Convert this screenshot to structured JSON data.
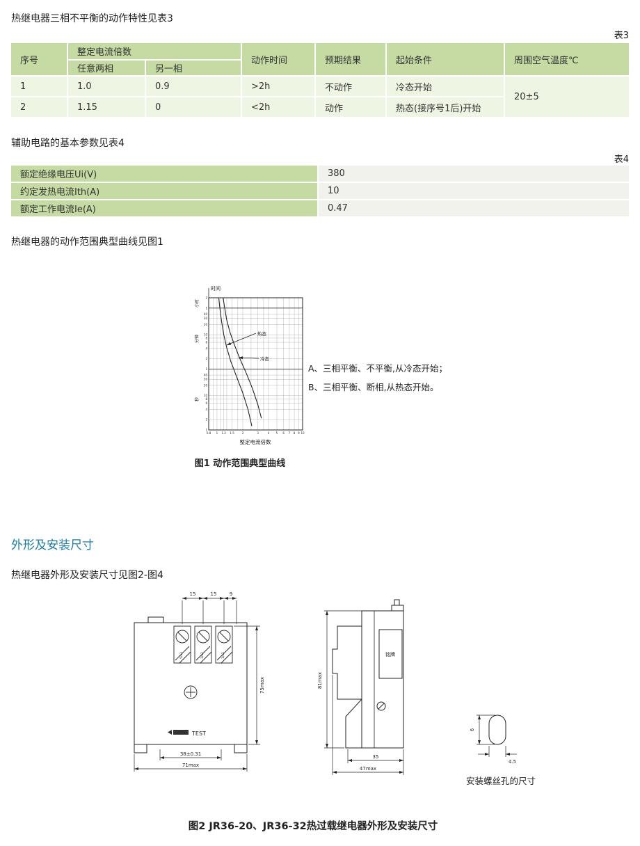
{
  "page": {
    "intro3": "热继电器三相不平衡的动作特性见表3",
    "table3_label": "表3",
    "intro4": "辅助电路的基本参数见表4",
    "table4_label": "表4",
    "intro_fig1": "热继电器的动作范围典型曲线见图1",
    "fig1_caption": "图1 动作范围典型曲线",
    "section_title": "外形及安装尺寸",
    "intro_fig2": "热继电器外形及安装尺寸见图2-图4",
    "fig2_caption": "图2 JR36-20、JR36-32热过载继电器外形及安装尺寸"
  },
  "table3": {
    "headers": {
      "col_no": "序号",
      "col_multiple": "整定电流倍数",
      "col_any_two": "任意两相",
      "col_other": "另一相",
      "col_time": "动作时间",
      "col_expect": "预期结果",
      "col_start": "起始条件",
      "col_temp": "周围空气温度℃"
    },
    "rows": [
      {
        "no": "1",
        "two": "1.0",
        "other": "0.9",
        "time": ">2h",
        "result": "不动作",
        "start": "冷态开始"
      },
      {
        "no": "2",
        "two": "1.15",
        "other": "0",
        "time": "<2h",
        "result": "动作",
        "start": "热态(接序号1后)开始"
      }
    ],
    "temp": "20±5"
  },
  "table4": {
    "rows": [
      {
        "label": "额定绝缘电压Ui(V)",
        "value": "380"
      },
      {
        "label": "约定发热电流Ith(A)",
        "value": "10"
      },
      {
        "label": "额定工作电流Ie(A)",
        "value": "0.47"
      }
    ]
  },
  "chart": {
    "type": "line",
    "y_title": "时间",
    "y_units": [
      "小时",
      "分钟",
      "秒"
    ],
    "x_label": "整定电流倍数",
    "curve_hot": "热态",
    "curve_cold": "冷态",
    "note_a": "A、三相平衡、不平衡,从冷态开始；",
    "note_b": "B、三相平衡、断相,从热态开始。",
    "x_range": [
      0.8,
      10
    ],
    "y_range_seconds": [
      1,
      7200
    ],
    "grid_x": [
      0.8,
      0.9,
      1,
      1.1,
      1.2,
      1.3,
      1.5,
      1.75,
      2,
      2.5,
      3,
      3.5,
      4,
      5,
      6,
      7,
      8,
      9,
      10
    ],
    "x_ticks": [
      [
        0.8,
        "0.8"
      ],
      [
        1,
        "1"
      ],
      [
        1.2,
        "1.2"
      ],
      [
        1.5,
        "1.5"
      ],
      [
        2,
        "2"
      ],
      [
        3,
        "3"
      ],
      [
        4,
        "4"
      ],
      [
        5,
        "5"
      ],
      [
        6,
        "6"
      ],
      [
        7,
        "7"
      ],
      [
        8,
        "8"
      ],
      [
        9,
        "9"
      ],
      [
        10,
        "10"
      ]
    ],
    "y_ticks": [
      [
        7200,
        "2"
      ],
      [
        3600,
        "1"
      ],
      [
        2400,
        "40"
      ],
      [
        1800,
        "30"
      ],
      [
        1200,
        "20"
      ],
      [
        600,
        "10"
      ],
      [
        480,
        "8"
      ],
      [
        360,
        "6"
      ],
      [
        240,
        "4"
      ],
      [
        120,
        "2"
      ],
      [
        60,
        "1"
      ],
      [
        40,
        "40"
      ],
      [
        30,
        "30"
      ],
      [
        20,
        "20"
      ],
      [
        10,
        "10"
      ],
      [
        8,
        "8"
      ],
      [
        6,
        "6"
      ],
      [
        4,
        "4"
      ],
      [
        2,
        "2"
      ],
      [
        1,
        "1"
      ]
    ],
    "curves": [
      {
        "name": "热态",
        "points": [
          [
            1.05,
            7000
          ],
          [
            1.08,
            3600
          ],
          [
            1.13,
            1500
          ],
          [
            1.2,
            600
          ],
          [
            1.3,
            250
          ],
          [
            1.45,
            100
          ],
          [
            1.7,
            35
          ],
          [
            2.0,
            12
          ],
          [
            2.3,
            4
          ],
          [
            2.55,
            1.3
          ]
        ]
      },
      {
        "name": "冷态",
        "points": [
          [
            1.18,
            7000
          ],
          [
            1.23,
            3600
          ],
          [
            1.3,
            1600
          ],
          [
            1.42,
            700
          ],
          [
            1.6,
            300
          ],
          [
            1.85,
            120
          ],
          [
            2.2,
            45
          ],
          [
            2.6,
            16
          ],
          [
            3.0,
            5.5
          ],
          [
            3.3,
            2.2
          ]
        ]
      }
    ]
  },
  "drawing": {
    "front": {
      "dims_top": [
        "15",
        "15",
        "9"
      ],
      "terminals": [
        "5/L3",
        "3/L2",
        "1/L1"
      ],
      "dim_height": "75max",
      "dim_holes": "38±0.31",
      "dim_width": "71max",
      "test": "TEST"
    },
    "side": {
      "nameplate": "铭牌",
      "dim_height": "81max",
      "dim_depth_inner": "35",
      "dim_depth_outer": "47max"
    },
    "hole": {
      "dim_len": "6",
      "dim_wid": "4.5",
      "caption": "安装螺丝孔的尺寸"
    }
  }
}
